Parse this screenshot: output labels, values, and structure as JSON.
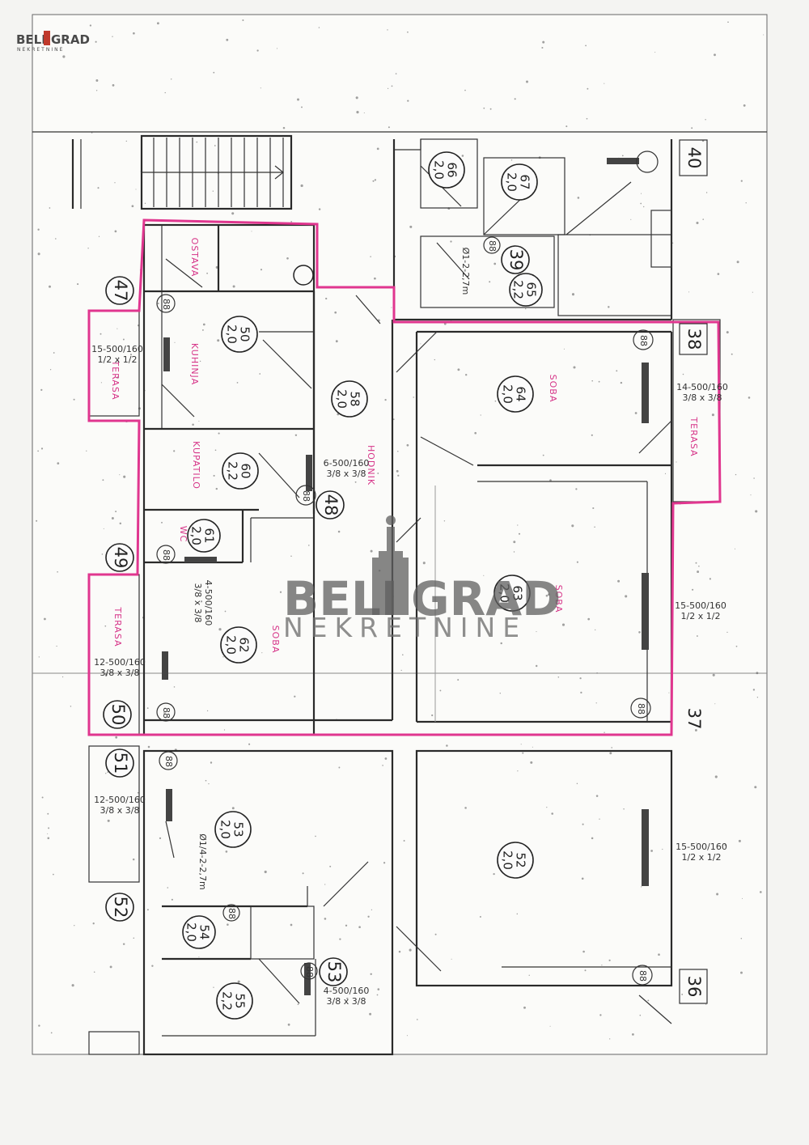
{
  "brand": {
    "logo_main_left": "BELI",
    "logo_main_right": "GRAD",
    "logo_sub": "NEKRETNINE",
    "watermark_main_left": "BELI",
    "watermark_main_right": "GRAD",
    "watermark_sub": "NEKRETNINE",
    "accent_color": "#e0368f"
  },
  "axis_markers": [
    "40",
    "39",
    "38",
    "37",
    "36",
    "47",
    "48",
    "49",
    "50",
    "51",
    "52",
    "53"
  ],
  "rooms": [
    {
      "number": "50",
      "height": "2,0"
    },
    {
      "number": "58",
      "height": "2,0"
    },
    {
      "number": "60",
      "height": "2,2"
    },
    {
      "number": "61",
      "height": "2,0"
    },
    {
      "number": "62",
      "height": "2,0"
    },
    {
      "number": "63",
      "height": "2,0"
    },
    {
      "number": "64",
      "height": "2,0"
    },
    {
      "number": "65",
      "height": "2,2"
    },
    {
      "number": "66",
      "height": "2,0"
    },
    {
      "number": "67",
      "height": "2,0"
    },
    {
      "number": "53",
      "height": "2,0"
    },
    {
      "number": "52",
      "height": "2,0"
    },
    {
      "number": "54",
      "height": "2,0"
    },
    {
      "number": "55",
      "height": "2,2"
    }
  ],
  "room_labels": [
    "OSTAVA",
    "KUHINJA",
    "KUPATILO",
    "WC",
    "HODNIK",
    "SOBA",
    "SOBA",
    "SOBA",
    "TERASA",
    "TERASA",
    "TERASA"
  ],
  "windows": [
    {
      "size": "15-500/160",
      "ratio": "1/2 x 1/2"
    },
    {
      "size": "6-500/160",
      "ratio": "3/8 x 3/8"
    },
    {
      "size": "14-500/160",
      "ratio": "3/8 x 3/8"
    },
    {
      "size": "4-500/160",
      "ratio": "3/8 x 3/8"
    },
    {
      "size": "12-500/160",
      "ratio": "3/8 x 3/8"
    },
    {
      "size": "15-500/160",
      "ratio": "1/2 x 1/2"
    },
    {
      "size": "12-500/160",
      "ratio": "3/8 x 3/8"
    },
    {
      "size": "15-500/160",
      "ratio": "1/2 x 1/2"
    },
    {
      "size": "4-500/160",
      "ratio": "3/8 x 3/8"
    }
  ],
  "pipes": [
    "Ø1-2-2,7m",
    "Ø1/4-2-2,7m"
  ]
}
